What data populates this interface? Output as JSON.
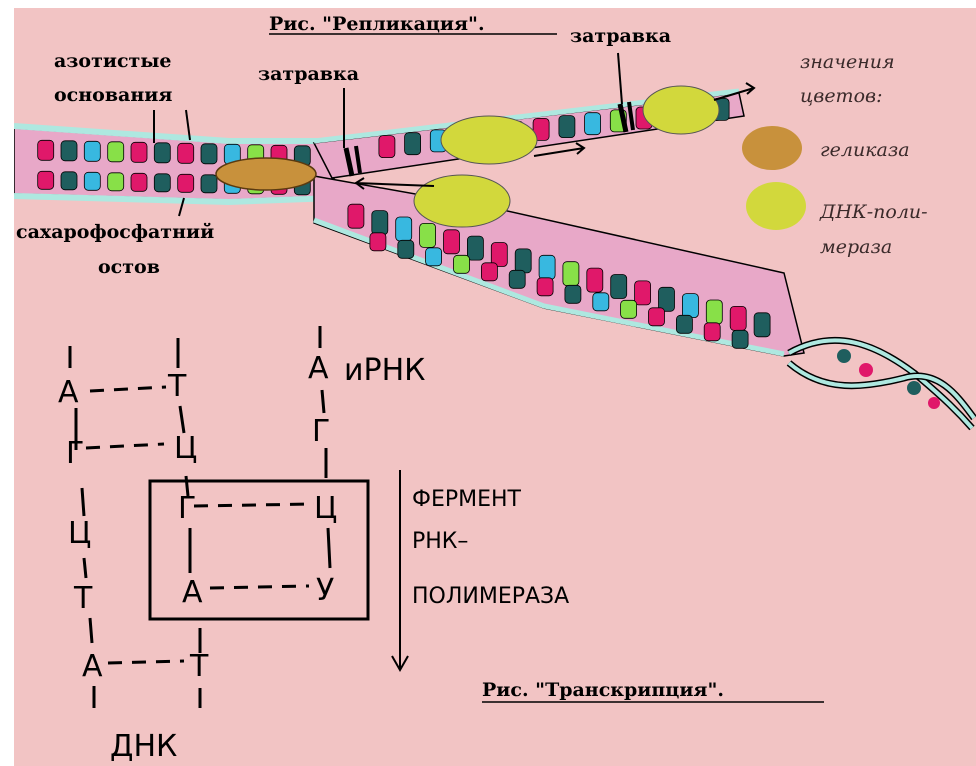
{
  "replication": {
    "title": "Рис. \"Репликация\".",
    "labels": {
      "bases": [
        "азотистые",
        "основания"
      ],
      "primer_upper": "затравка",
      "primer_lower": "затравка",
      "backbone": [
        "сахарофосфатний",
        "остов"
      ]
    },
    "legend": {
      "heading": [
        "значения",
        "цветов:"
      ],
      "items": [
        {
          "label": "геликаза",
          "color": "#c8913c"
        },
        {
          "label": [
            "ДНК-поли-",
            "мераза"
          ],
          "color": "#d2d83c"
        }
      ]
    },
    "colors": {
      "strand_fill": "#e8a8c8",
      "backbone": "#aee8e0",
      "nucleotides": [
        "#e0186a",
        "#1f5e5e",
        "#38b8e0",
        "#88e048",
        "#e0186a",
        "#1f5e5e"
      ]
    }
  },
  "transcription": {
    "title": "Рис. \"Транскрипция\".",
    "dna_label": "ДНК",
    "mrna_label": "иРНК",
    "enzyme_label": [
      "ФЕРМЕНТ",
      "РНК–",
      "ПОЛИМЕРАЗА"
    ],
    "strand_left": [
      "А",
      "Г",
      "Ц",
      "Т",
      "А"
    ],
    "strand_middle": [
      "Т",
      "Ц",
      "Г",
      "А",
      "Т"
    ],
    "strand_mrna": [
      "А",
      "Г",
      "Ц",
      "У"
    ]
  }
}
